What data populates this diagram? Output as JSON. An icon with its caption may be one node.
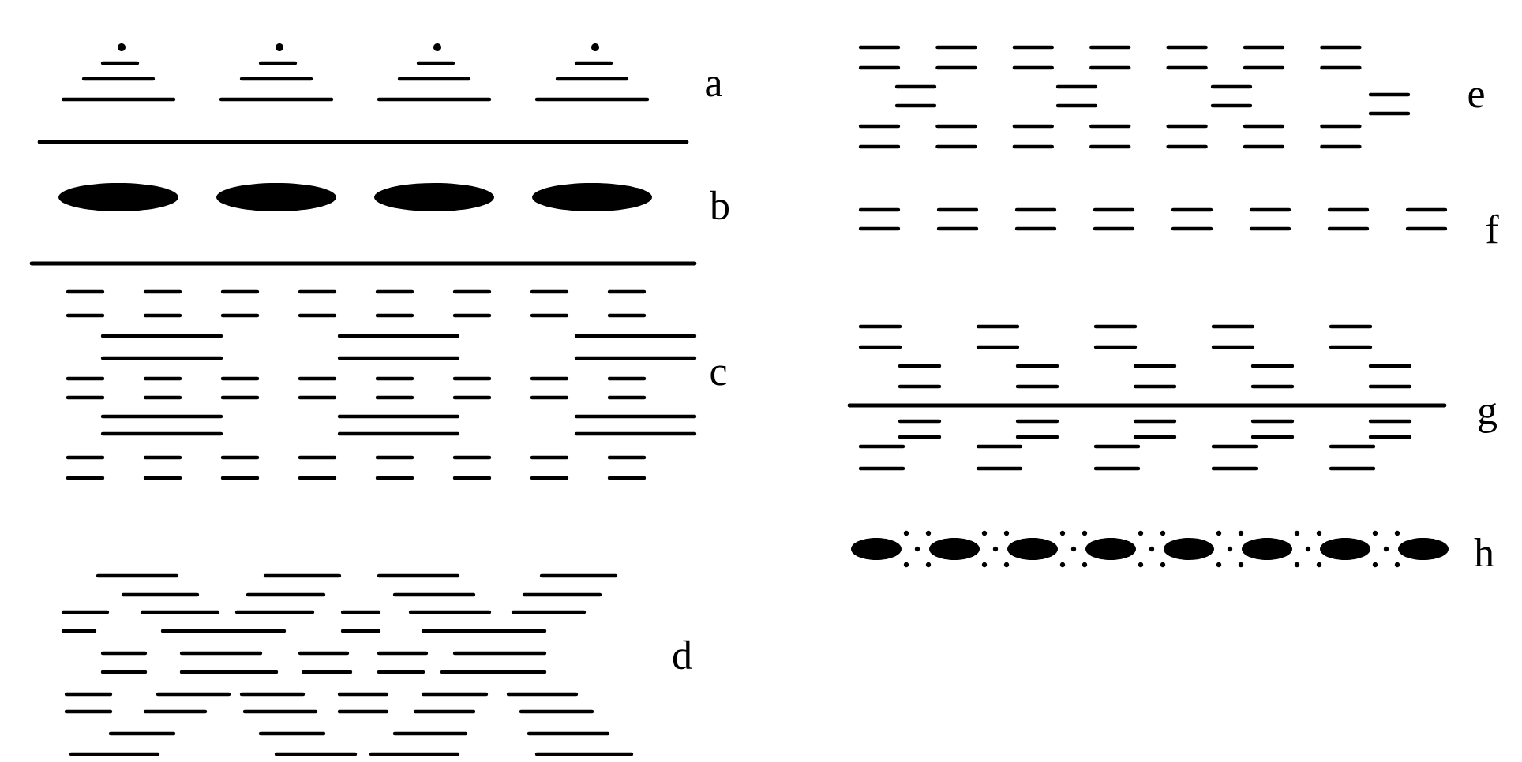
{
  "diagram": {
    "labels": [
      "a",
      "b",
      "c",
      "d",
      "e",
      "f",
      "g",
      "h"
    ]
  }
}
